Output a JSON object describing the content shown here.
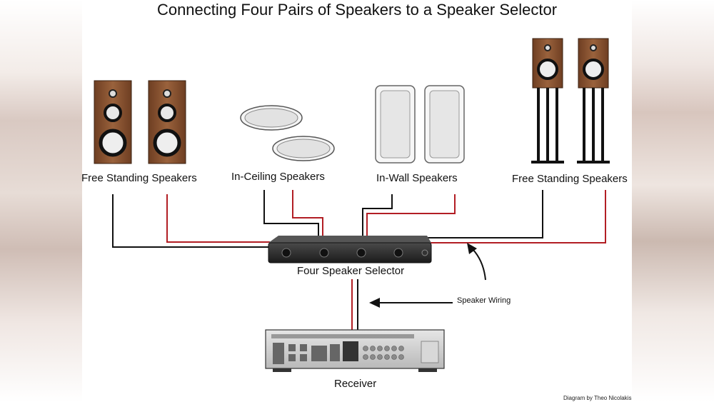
{
  "title": "Connecting Four Pairs of Speakers to a Speaker Selector",
  "labels": {
    "free_standing_left": "Free Standing Speakers",
    "in_ceiling": "In-Ceiling Speakers",
    "in_wall": "In-Wall Speakers",
    "free_standing_right": "Free Standing Speakers",
    "selector": "Four Speaker Selector",
    "speaker_wiring": "Speaker Wiring",
    "receiver": "Receiver",
    "credit": "Diagram by Theo Nicolakis"
  },
  "colors": {
    "wire_black": "#111111",
    "wire_red": "#b21e24",
    "cabinet_wood": "#8a5634",
    "selector_body": "#2a2a2a",
    "receiver_body": "#cfcfcf"
  },
  "icons": [
    "floor-speaker-icon",
    "ceiling-speaker-icon",
    "wall-speaker-icon",
    "stand-speaker-icon",
    "speaker-selector-icon",
    "receiver-icon",
    "arrow-icon"
  ]
}
